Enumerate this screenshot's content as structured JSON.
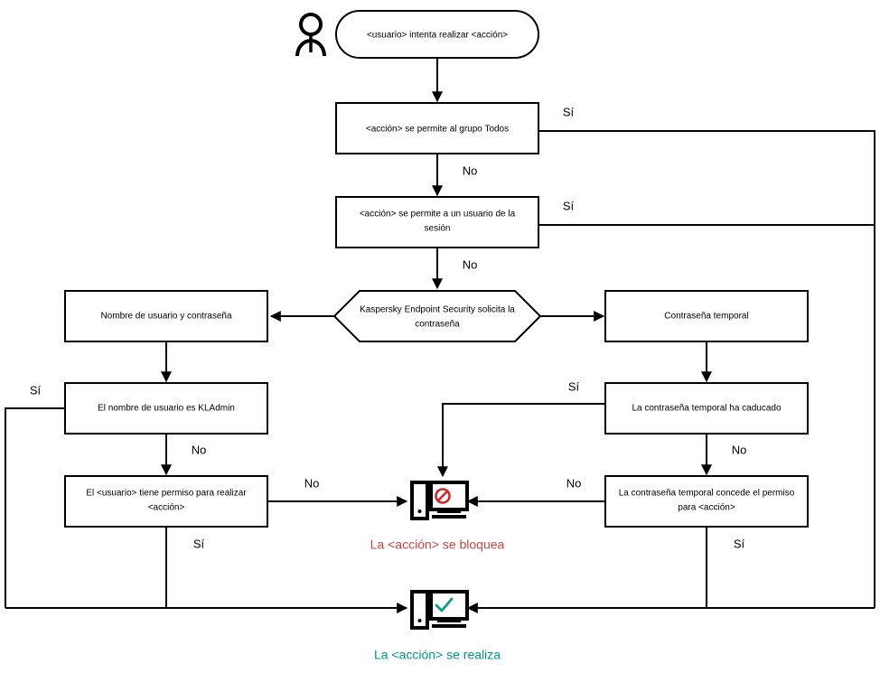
{
  "diagram": {
    "title_text_language": "es",
    "colors": {
      "stroke": "#000000",
      "blocked": "#cc4444",
      "allowed": "#009688",
      "block_icon_mark": "#d42828",
      "allow_icon_mark": "#0f9e8e"
    },
    "actor": {
      "name": "user-actor-icon"
    },
    "nodes": {
      "start": "<usuario> intenta realizar <acción>",
      "allow_everyone": "<acción> se permite al grupo Todos",
      "allow_session_user": "<acción> se permite a un usuario de la sesión",
      "kes_prompt": "Kaspersky Endpoint Security solicita la contraseña",
      "username_password": "Nombre de usuario y contraseña",
      "temp_password": "Contraseña temporal",
      "is_kladmin": "El nombre de usuario es KLAdmin",
      "temp_password_expired": "La contraseña temporal ha caducado",
      "user_has_permission": "El <usuario> tiene permiso para realizar <acción>",
      "temp_password_grants": "La contraseña temporal concede el permiso para <acción>"
    },
    "edge_labels": {
      "yes": "Sí",
      "no": "No",
      "allow_everyone_yes": "Sí",
      "allow_everyone_no": "No",
      "allow_session_yes": "Sí",
      "allow_session_no": "No",
      "kladmin_yes": "Sí",
      "kladmin_no": "No",
      "permission_no": "No",
      "permission_yes": "Sí",
      "expired_yes": "Sí",
      "expired_no": "No",
      "grants_no": "No",
      "grants_yes": "Sí"
    },
    "outcomes": {
      "blocked": "La <acción> se bloquea",
      "allowed": "La <acción> se realiza"
    },
    "icons": {
      "blocked": "computer-blocked-icon",
      "allowed": "computer-allowed-icon",
      "actor": "user-stick-figure-icon"
    }
  }
}
